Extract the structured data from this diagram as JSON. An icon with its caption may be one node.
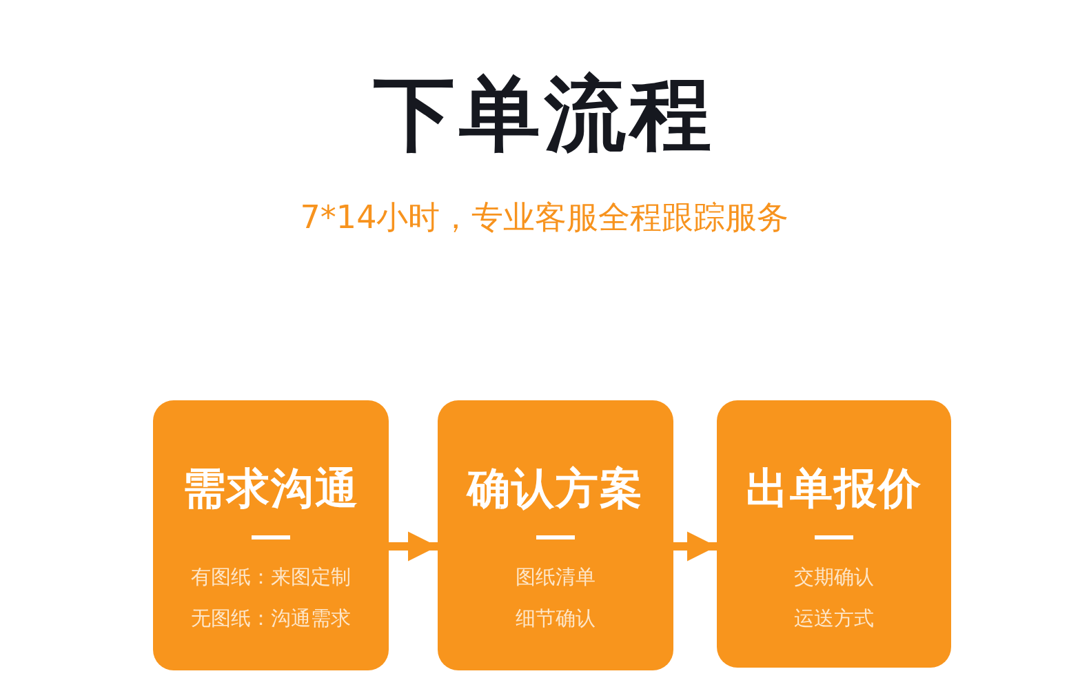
{
  "diagram": {
    "title": "下单流程",
    "caption": "7*14小时，专业客服全程跟踪服务",
    "nodes": [
      {
        "text": [
          "需求沟通",
          "有图纸：来图定制",
          "无图纸：沟通需求"
        ]
      },
      {
        "text": [
          "确认方案",
          "图纸清单",
          "细节确认"
        ]
      },
      {
        "text": [
          "出单报价",
          "交期确认",
          "运送方式"
        ]
      }
    ],
    "edges": [
      {
        "from": 0,
        "to": 1,
        "arrow": "to"
      },
      {
        "from": 1,
        "to": 2,
        "arrow": "to"
      }
    ]
  }
}
